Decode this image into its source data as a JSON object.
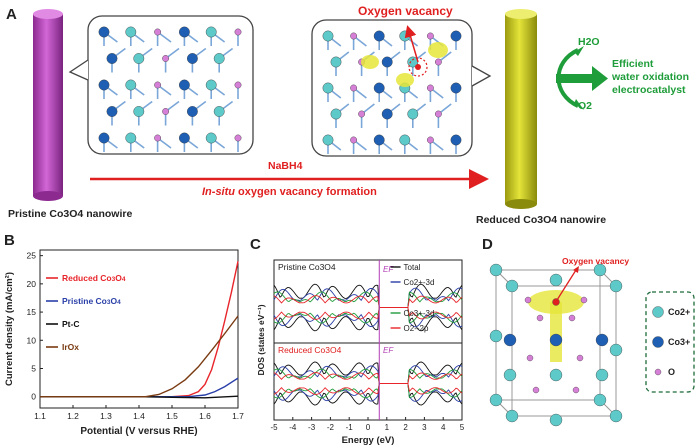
{
  "panelA": {
    "letter": "A",
    "oxygen_vacancy": "Oxygen vacancy",
    "reagent": "NaBH4",
    "process_italic": "In-situ",
    "process_rest": " oxygen vacancy formation",
    "pristine_label": "Pristine Co3O4 nanowire",
    "reduced_label": "Reduced Co3O4 nanowire",
    "h2o": "H2O",
    "o2": "O2",
    "result": [
      "Efficient",
      "water oxidation",
      "electrocatalyst"
    ],
    "colors": {
      "pristine_wire": "#b23db6",
      "reduced_wire": "#c8c820",
      "arrow": "#e02020",
      "green": "#1f9d3a"
    }
  },
  "panelB": {
    "letter": "B",
    "chart_data": {
      "type": "line",
      "xlabel": "Potential (V versus RHE)",
      "ylabel": "Current density (mA/cm²)",
      "xlim": [
        1.1,
        1.7
      ],
      "ylim": [
        -2,
        26
      ],
      "xticks": [
        "1.1",
        "1.2",
        "1.3",
        "1.4",
        "1.5",
        "1.6",
        "1.7"
      ],
      "yticks": [
        "0",
        "5",
        "10",
        "15",
        "20",
        "25"
      ],
      "legend_position": "top-left",
      "series": [
        {
          "name": "Reduced Co3O4",
          "color": "#e8252b",
          "x": [
            1.1,
            1.5,
            1.55,
            1.58,
            1.6,
            1.62,
            1.64,
            1.66,
            1.68,
            1.7
          ],
          "y": [
            0,
            0,
            0.2,
            0.9,
            2.2,
            4.8,
            8.8,
            13.5,
            18.5,
            24
          ]
        },
        {
          "name": "Pristine Co3O4",
          "color": "#2a3fa8",
          "x": [
            1.1,
            1.55,
            1.6,
            1.63,
            1.66,
            1.7
          ],
          "y": [
            0,
            0,
            0.3,
            0.9,
            1.8,
            3.3
          ]
        },
        {
          "name": "Pt-C",
          "color": "#111111",
          "x": [
            1.1,
            1.4,
            1.5,
            1.6,
            1.7
          ],
          "y": [
            0,
            0,
            -0.1,
            -0.2,
            0.1
          ]
        },
        {
          "name": "IrOx",
          "color": "#7a3b12",
          "x": [
            1.1,
            1.42,
            1.46,
            1.5,
            1.54,
            1.58,
            1.62,
            1.66,
            1.7
          ],
          "y": [
            0,
            0,
            0.4,
            1.4,
            3.0,
            5.3,
            8.2,
            11.2,
            14.3
          ]
        }
      ]
    }
  },
  "panelC": {
    "letter": "C",
    "top_title": "Pristine Co3O4",
    "bottom_title": "Reduced Co3O4",
    "ef": "EF",
    "legend": [
      "Total",
      "Co2+-3d",
      "Co3+-3d",
      "O2--2p"
    ],
    "legend_colors": [
      "#111111",
      "#2a3fa8",
      "#1f9d3a",
      "#e8252b"
    ],
    "ylabel": "DOS (states eV⁻¹)",
    "xlabel": "Energy (eV)",
    "xticks": [
      "-5",
      "-4",
      "-3",
      "-2",
      "-1",
      "0",
      "1",
      "2",
      "3",
      "4",
      "5"
    ]
  },
  "panelD": {
    "letter": "D",
    "oxygen_vacancy": "Oxygen vacancy",
    "legend": [
      "Co2+",
      "Co3+",
      "O"
    ]
  }
}
